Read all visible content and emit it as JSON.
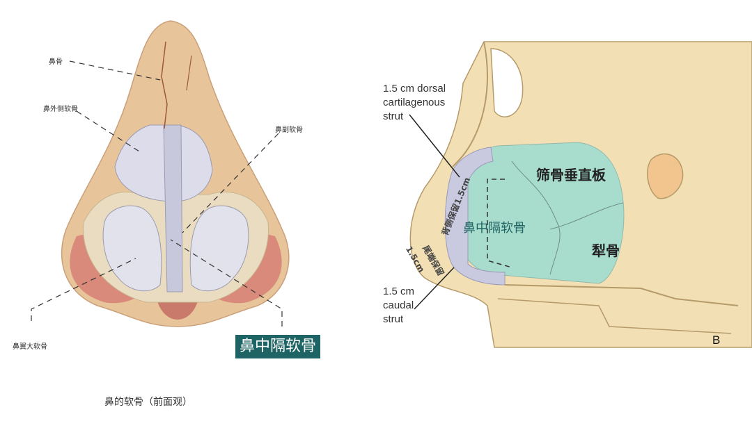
{
  "left": {
    "labels": {
      "nasal_bone": "鼻骨",
      "lateral_cartilage": "鼻外侧软骨",
      "accessory_cartilage": "鼻副软骨",
      "alar_cartilage": "鼻翼大软骨",
      "septal_cartilage": "鼻中隔软骨"
    },
    "caption": "鼻的软骨（前面观）",
    "highlight_color": "#1f6464"
  },
  "right": {
    "panel_letter": "B",
    "dorsal_strut": [
      "1.5 cm dorsal",
      "cartilagenous",
      "strut"
    ],
    "caudal_strut": [
      "1.5 cm",
      "caudal",
      "strut"
    ],
    "ethmoid_plate": "筛骨垂直板",
    "septal_cartilage": "鼻中隔软骨",
    "vomer": "犁骨",
    "dorsal_reserve": "背侧保留1.5cm",
    "caudal_reserve": "尾端保留",
    "caudal_reserve_size": "1.5cm",
    "colors": {
      "bone": "#f3dfb4",
      "septum": "#a8dccd",
      "strut": "#c9c9e0",
      "text_accent": "#1f6464"
    }
  }
}
